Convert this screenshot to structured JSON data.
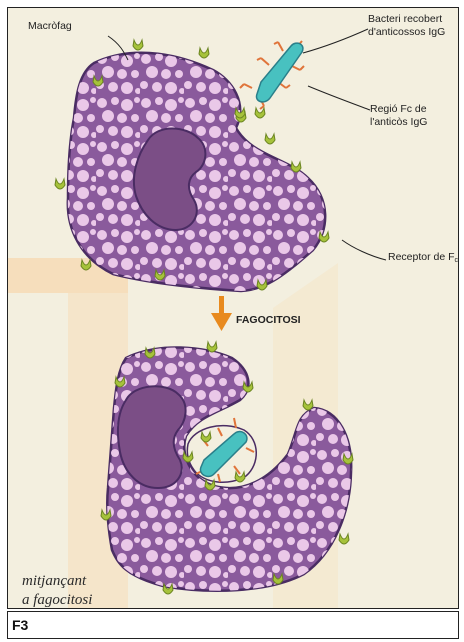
{
  "labels": {
    "macrophage": "Macròfag",
    "bacterium_line1": "Bacteri recobert",
    "bacterium_line2": "d'anticossos IgG",
    "fc_region_line1": "Regió Fc de",
    "fc_region_line2": "l'anticòs IgG",
    "receptor_text": "Receptor de F",
    "receptor_subscript": "c",
    "process": "FAGOCITOSI"
  },
  "caption": {
    "line1": "mitjançant",
    "line2": "a fagocitosi"
  },
  "figure_label": "F3",
  "colors": {
    "background": "#f3efdf",
    "cell_fill": "#8a5a9c",
    "cell_outline": "#4a2c63",
    "granule": "#eac8e8",
    "nucleus": "#7b4e86",
    "bacterium": "#48c1c0",
    "receptor": "#a6c23b",
    "antibody": "#e0743a",
    "arrow": "#e88a1e",
    "watermark": "#f7d9b0"
  },
  "icons": {
    "receptor": "receptor-cup-icon",
    "antibody": "antibody-spike-icon",
    "arrow": "down-arrow-icon"
  }
}
